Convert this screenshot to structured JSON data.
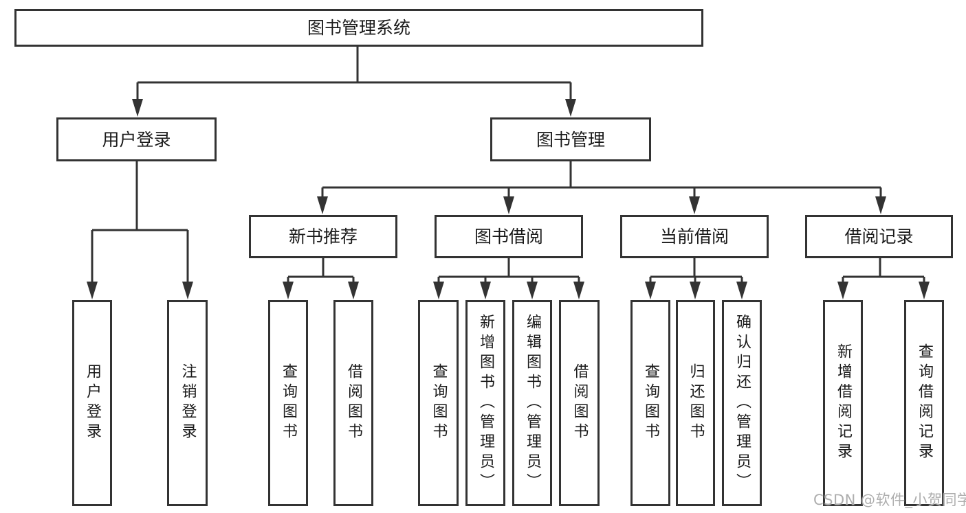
{
  "title": "图书管理系统",
  "tree": {
    "label": "图书管理系统",
    "children": [
      {
        "label": "用户登录",
        "children": [
          {
            "label": "用户登录"
          },
          {
            "label": "注销登录"
          }
        ]
      },
      {
        "label": "图书管理",
        "children": [
          {
            "label": "新书推荐",
            "children": [
              {
                "label": "查询图书"
              },
              {
                "label": "借阅图书"
              }
            ]
          },
          {
            "label": "图书借阅",
            "children": [
              {
                "label": "查询图书"
              },
              {
                "label": "新增图书（管理员）"
              },
              {
                "label": "编辑图书（管理员）"
              },
              {
                "label": "借阅图书"
              }
            ]
          },
          {
            "label": "当前借阅",
            "children": [
              {
                "label": "查询图书"
              },
              {
                "label": "归还图书"
              },
              {
                "label": "确认归还（管理员）"
              }
            ]
          },
          {
            "label": "借阅记录",
            "children": [
              {
                "label": "新增借阅记录"
              },
              {
                "label": "查询借阅记录"
              }
            ]
          }
        ]
      }
    ]
  },
  "watermark": "CSDN @软件_小贺同学",
  "colors": {
    "line": "#333333",
    "box_border": "#333333",
    "box_fill": "#ffffff",
    "text": "#1a1a1a",
    "watermark": "#aeaeae",
    "background": "#ffffff"
  }
}
